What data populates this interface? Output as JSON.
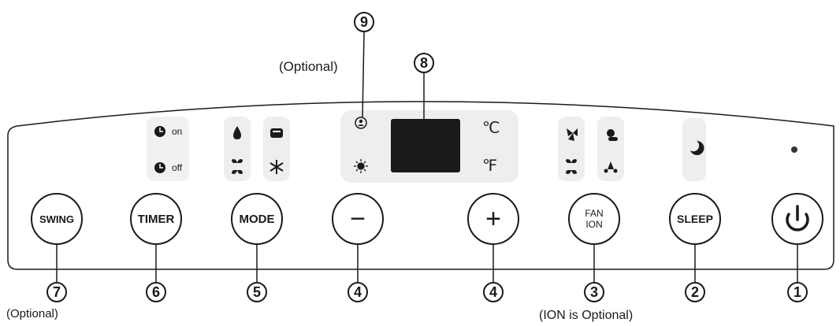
{
  "buttons": [
    {
      "key": "swing",
      "label": "SWING",
      "callout": "7",
      "note": "(Optional)"
    },
    {
      "key": "timer",
      "label": "TIMER",
      "callout": "6"
    },
    {
      "key": "mode",
      "label": "MODE",
      "callout": "5"
    },
    {
      "key": "minus",
      "label": "−",
      "callout": "4"
    },
    {
      "key": "plus",
      "label": "+",
      "callout": "4"
    },
    {
      "key": "fan_ion",
      "label_line1": "FAN",
      "label_line2": "ION",
      "callout": "3",
      "note": "(ION is Optional)"
    },
    {
      "key": "sleep",
      "label": "SLEEP",
      "callout": "2"
    },
    {
      "key": "power",
      "label": "",
      "callout": "1"
    }
  ],
  "top_callouts": {
    "display": "8",
    "ion_indicator": "9",
    "ion_note": "(Optional)"
  },
  "timer_indicators": {
    "on": "on",
    "off": "off"
  },
  "units": {
    "celsius": "℃",
    "fahrenheit": "℉"
  },
  "colors": {
    "line": "#1a1a1a",
    "panel": "#ffffff",
    "strip": "#eeeeee",
    "display": "#1a1a1a"
  },
  "icons": [
    "clock-icon",
    "water-drop-icon",
    "dehumidify-icon",
    "fan-icon",
    "snowflake-icon",
    "ion-icon",
    "sun-icon",
    "fan-high-icon",
    "fan-low-icon",
    "sleep-moon-icon",
    "power-icon",
    "led-dot-icon"
  ]
}
